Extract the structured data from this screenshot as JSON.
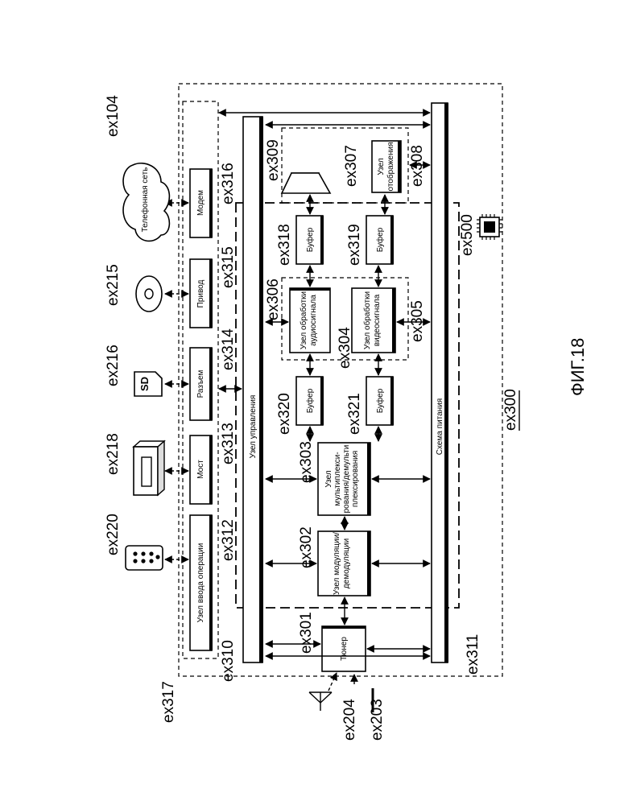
{
  "figure": {
    "caption": "ФИГ.18",
    "device_label": "ex300"
  },
  "refs": {
    "ex104": "ex104",
    "ex215": "ex215",
    "ex216": "ex216",
    "ex218": "ex218",
    "ex220": "ex220",
    "ex317": "ex317",
    "ex310": "ex310",
    "ex311": "ex311",
    "ex312": "ex312",
    "ex313": "ex313",
    "ex314": "ex314",
    "ex315": "ex315",
    "ex316": "ex316",
    "ex301": "ex301",
    "ex302": "ex302",
    "ex303": "ex303",
    "ex304": "ex304",
    "ex305": "ex305",
    "ex306": "ex306",
    "ex307": "ex307",
    "ex308": "ex308",
    "ex309": "ex309",
    "ex318": "ex318",
    "ex319": "ex319",
    "ex320": "ex320",
    "ex321": "ex321",
    "ex500": "ex500",
    "ex204": "ex204",
    "ex203": "ex203"
  },
  "blocks": {
    "op_input": "Узел ввода операции",
    "bridge": "Мост",
    "slot": "Разъем",
    "drive": "Привод",
    "modem": "Модем",
    "control": "Узел управления",
    "power": "Схема питания",
    "tuner": "Тюнер",
    "modem_line1": "Узел модуляции/",
    "modem_line2": "демодуляции",
    "mux_line1": "Узел",
    "mux_line2": "мультиплекси-",
    "mux_line3": "рования/демульти",
    "mux_line4": "плексирования",
    "buffer": "Буфер",
    "audio_line1": "Узел обработки",
    "audio_line2": "аудиосигнала",
    "video_line1": "Узел обработки",
    "video_line2": "видеосигнала",
    "display_line1": "Узел",
    "display_line2": "отображения"
  },
  "externals": {
    "network": "Телефонная сеть",
    "sd": "SD"
  }
}
